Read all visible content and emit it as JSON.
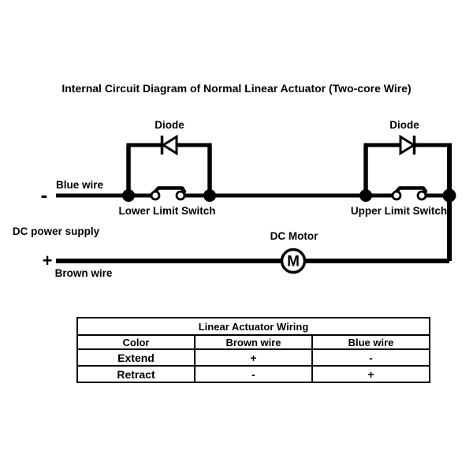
{
  "title": "Internal Circuit Diagram of Normal Linear Actuator (Two-core Wire)",
  "diagram": {
    "labels": {
      "diode_left": "Diode",
      "diode_right": "Diode",
      "lower_limit_switch": "Lower Limit Switch",
      "upper_limit_switch": "Upper Limit Switch",
      "blue_wire": "Blue wire",
      "brown_wire": "Brown wire",
      "dc_power_supply": "DC power supply",
      "dc_motor": "DC Motor",
      "motor_symbol": "M",
      "negative_sign": "-",
      "positive_sign": "+"
    },
    "colors": {
      "wire": "#000000",
      "background": "#ffffff"
    }
  },
  "table": {
    "title": "Linear Actuator Wiring",
    "headers": [
      "Color",
      "Brown wire",
      "Blue wire"
    ],
    "rows": [
      {
        "color": "Extend",
        "brown": "+",
        "blue": "-"
      },
      {
        "color": "Retract",
        "brown": "-",
        "blue": "+"
      }
    ]
  }
}
